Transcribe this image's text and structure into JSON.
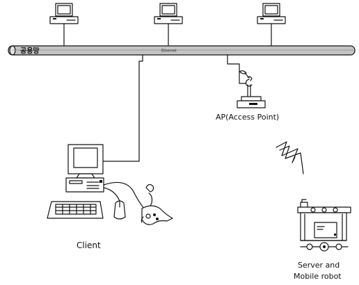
{
  "network": {
    "label": "공용망",
    "sublabel": "Ethernet"
  },
  "nodes": {
    "ap_label": "AP(Access Point)",
    "client_label": "Client",
    "server_label_line1": "Server and",
    "server_label_line2": "Mobile robot"
  },
  "colors": {
    "line": "#111111",
    "cable_fill": "#bfbfbf",
    "screen": "#ffffff",
    "background": "#ffffff"
  }
}
